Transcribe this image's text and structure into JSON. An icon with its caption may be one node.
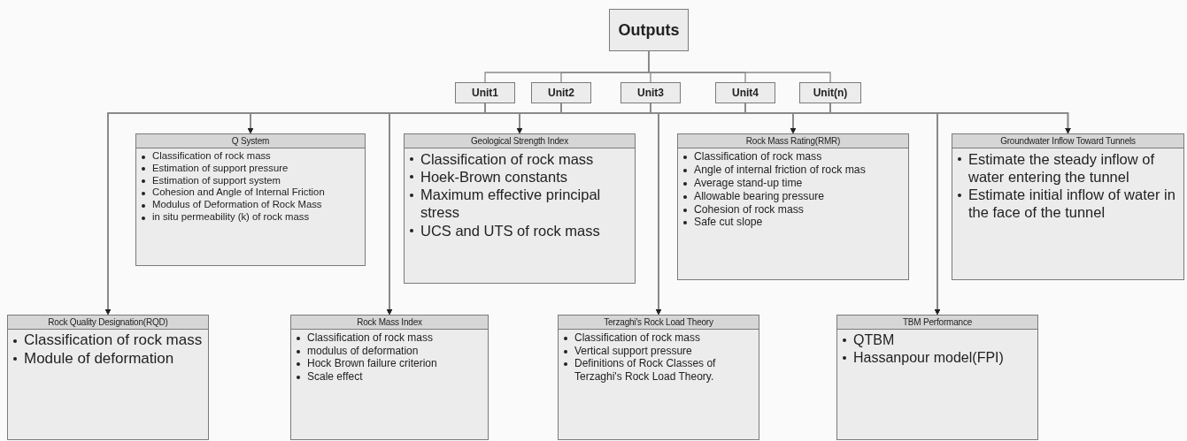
{
  "diagram": {
    "nodes": [
      {
        "text": [
          "Outputs"
        ]
      },
      {
        "text": [
          "Unit1"
        ]
      },
      {
        "text": [
          "Unit2"
        ]
      },
      {
        "text": [
          "Unit3"
        ]
      },
      {
        "text": [
          "Unit4"
        ]
      },
      {
        "text": [
          "Unit(n)"
        ]
      },
      {
        "text": [
          "Q System",
          "Classification of rock mass",
          "Estimation of support pressure",
          "Estimation of support system",
          "Cohesion and Angle of Internal Friction",
          "Modulus of Deformation of Rock Mass",
          "in situ permeability (k) of rock mass"
        ]
      },
      {
        "text": [
          "Geological Strength Index",
          "Classification of rock mass",
          "Hoek-Brown constants",
          "Maximum effective principal stress",
          "UCS and UTS of rock mass"
        ]
      },
      {
        "text": [
          "Rock Mass Rating(RMR)",
          "Classification of rock mass",
          "Angle of internal friction of rock mas",
          "Average stand-up time",
          "Allowable bearing pressure",
          "Cohesion of rock mass",
          "Safe cut slope"
        ]
      },
      {
        "text": [
          "Groundwater Inflow Toward Tunnels",
          "Estimate the steady inflow of water entering the tunnel",
          "Estimate initial inflow of water in the face of the tunnel"
        ]
      },
      {
        "text": [
          "Rock Quality Designation(RQD)",
          "Classification of rock mass",
          "Module of deformation"
        ]
      },
      {
        "text": [
          "Rock Mass Index",
          "Classification of rock mass",
          "modulus of deformation",
          "Hock Brown failure criterion",
          "Scale effect"
        ]
      },
      {
        "text": [
          "Terzaghi's Rock Load Theory",
          "Classification of rock mass",
          "Vertical support pressure",
          "Definitions of Rock Classes of Terzaghi's Rock Load Theory."
        ]
      },
      {
        "text": [
          "TBM Performance",
          "QTBM",
          "Hassanpour model(FPI)"
        ]
      }
    ],
    "edges": [
      {
        "from": 0,
        "to": 1,
        "arrow": "none"
      },
      {
        "from": 0,
        "to": 2,
        "arrow": "none"
      },
      {
        "from": 0,
        "to": 3,
        "arrow": "none"
      },
      {
        "from": 0,
        "to": 4,
        "arrow": "none"
      },
      {
        "from": 0,
        "to": 5,
        "arrow": "none"
      },
      {
        "from": 1,
        "to": 10,
        "arrow": "to"
      },
      {
        "from": 1,
        "to": 6,
        "arrow": "to"
      },
      {
        "from": 1,
        "to": 11,
        "arrow": "to"
      },
      {
        "from": 1,
        "to": 7,
        "arrow": "to"
      },
      {
        "from": 1,
        "to": 12,
        "arrow": "to"
      },
      {
        "from": 1,
        "to": 8,
        "arrow": "to"
      },
      {
        "from": 1,
        "to": 13,
        "arrow": "to"
      },
      {
        "from": 1,
        "to": 9,
        "arrow": "to"
      },
      {
        "from": 2,
        "to": 10,
        "arrow": "to"
      },
      {
        "from": 2,
        "to": 6,
        "arrow": "to"
      },
      {
        "from": 2,
        "to": 11,
        "arrow": "to"
      },
      {
        "from": 2,
        "to": 7,
        "arrow": "to"
      },
      {
        "from": 2,
        "to": 12,
        "arrow": "to"
      },
      {
        "from": 2,
        "to": 8,
        "arrow": "to"
      },
      {
        "from": 2,
        "to": 13,
        "arrow": "to"
      },
      {
        "from": 2,
        "to": 9,
        "arrow": "to"
      },
      {
        "from": 3,
        "to": 10,
        "arrow": "to"
      },
      {
        "from": 3,
        "to": 6,
        "arrow": "to"
      },
      {
        "from": 3,
        "to": 11,
        "arrow": "to"
      },
      {
        "from": 3,
        "to": 7,
        "arrow": "to"
      },
      {
        "from": 3,
        "to": 12,
        "arrow": "to"
      },
      {
        "from": 3,
        "to": 8,
        "arrow": "to"
      },
      {
        "from": 3,
        "to": 13,
        "arrow": "to"
      },
      {
        "from": 3,
        "to": 9,
        "arrow": "to"
      },
      {
        "from": 4,
        "to": 10,
        "arrow": "to"
      },
      {
        "from": 4,
        "to": 6,
        "arrow": "to"
      },
      {
        "from": 4,
        "to": 11,
        "arrow": "to"
      },
      {
        "from": 4,
        "to": 7,
        "arrow": "to"
      },
      {
        "from": 4,
        "to": 12,
        "arrow": "to"
      },
      {
        "from": 4,
        "to": 8,
        "arrow": "to"
      },
      {
        "from": 4,
        "to": 13,
        "arrow": "to"
      },
      {
        "from": 4,
        "to": 9,
        "arrow": "to"
      },
      {
        "from": 5,
        "to": 10,
        "arrow": "to"
      },
      {
        "from": 5,
        "to": 6,
        "arrow": "to"
      },
      {
        "from": 5,
        "to": 11,
        "arrow": "to"
      },
      {
        "from": 5,
        "to": 7,
        "arrow": "to"
      },
      {
        "from": 5,
        "to": 12,
        "arrow": "to"
      },
      {
        "from": 5,
        "to": 8,
        "arrow": "to"
      },
      {
        "from": 5,
        "to": 13,
        "arrow": "to"
      },
      {
        "from": 5,
        "to": 9,
        "arrow": "to"
      }
    ]
  }
}
